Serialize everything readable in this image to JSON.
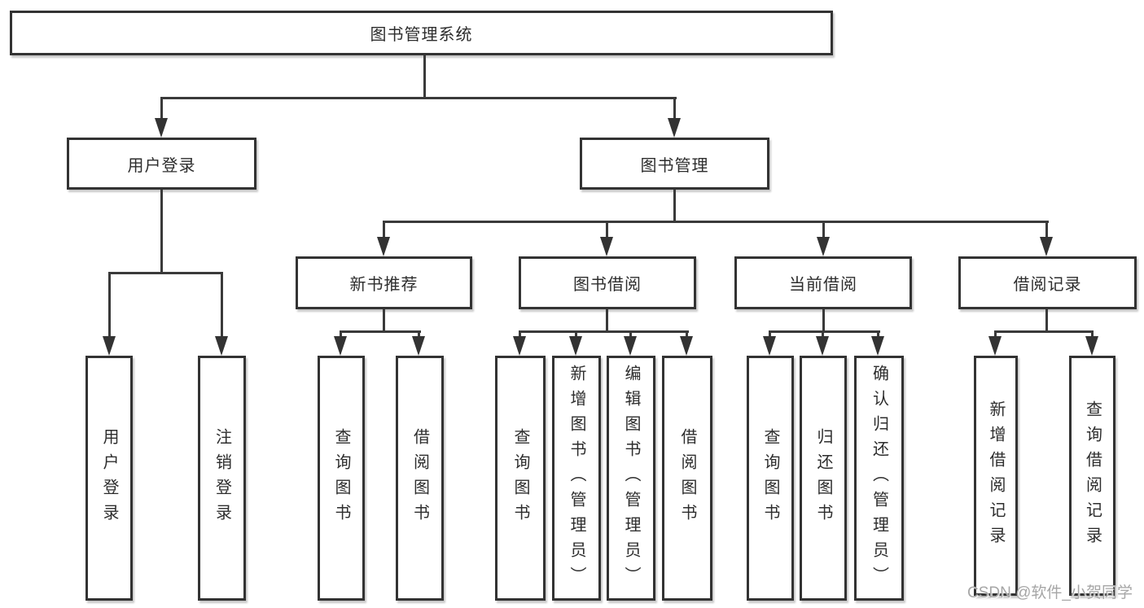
{
  "diagram": {
    "root": {
      "label": "图书管理系统"
    },
    "branches": [
      {
        "label": "用户登录",
        "children": [
          {
            "label": "用户登录"
          },
          {
            "label": "注销登录"
          }
        ]
      },
      {
        "label": "图书管理",
        "children": [
          {
            "label": "新书推荐",
            "children": [
              {
                "label": "查询图书"
              },
              {
                "label": "借阅图书"
              }
            ]
          },
          {
            "label": "图书借阅",
            "children": [
              {
                "label": "查询图书"
              },
              {
                "label": "新增图书（管理员）"
              },
              {
                "label": "编辑图书（管理员）"
              },
              {
                "label": "借阅图书"
              }
            ]
          },
          {
            "label": "当前借阅",
            "children": [
              {
                "label": "查询图书"
              },
              {
                "label": "归还图书"
              },
              {
                "label": "确认归还（管理员）"
              }
            ]
          },
          {
            "label": "借阅记录",
            "children": [
              {
                "label": "新增借阅记录"
              },
              {
                "label": "查询借阅记录"
              }
            ]
          }
        ]
      }
    ]
  },
  "watermark": {
    "text": "CSDN @软件_小贺同学"
  },
  "colors": {
    "line": "#3a3a3a",
    "border": "#333333",
    "text": "#2d2d2d",
    "watermark": "#a6a6a6",
    "background": "#ffffff"
  }
}
